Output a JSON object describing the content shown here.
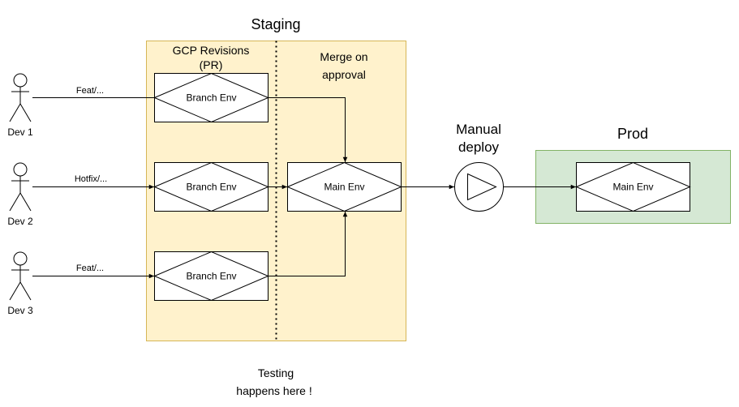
{
  "staging": {
    "title": "Staging",
    "revisions_title_line1": "GCP Revisions",
    "revisions_title_line2": "(PR)",
    "merge_line1": "Merge on",
    "merge_line2": "approval",
    "fill": "#fff2cc",
    "stroke": "#d6b656"
  },
  "prod": {
    "title": "Prod",
    "fill": "#d5e8d4",
    "stroke": "#82b366",
    "main_env_label": "Main Env"
  },
  "developers": [
    {
      "name": "Dev 1",
      "branch": "Feat/..."
    },
    {
      "name": "Dev 2",
      "branch": "Hotfix/..."
    },
    {
      "name": "Dev 3",
      "branch": "Feat/..."
    }
  ],
  "branch_envs": [
    {
      "label": "Branch Env"
    },
    {
      "label": "Branch Env"
    },
    {
      "label": "Branch Env"
    }
  ],
  "staging_main_env_label": "Main Env",
  "deploy": {
    "line1": "Manual",
    "line2": "deploy"
  },
  "testing": {
    "line1": "Testing",
    "line2": "happens here !"
  }
}
